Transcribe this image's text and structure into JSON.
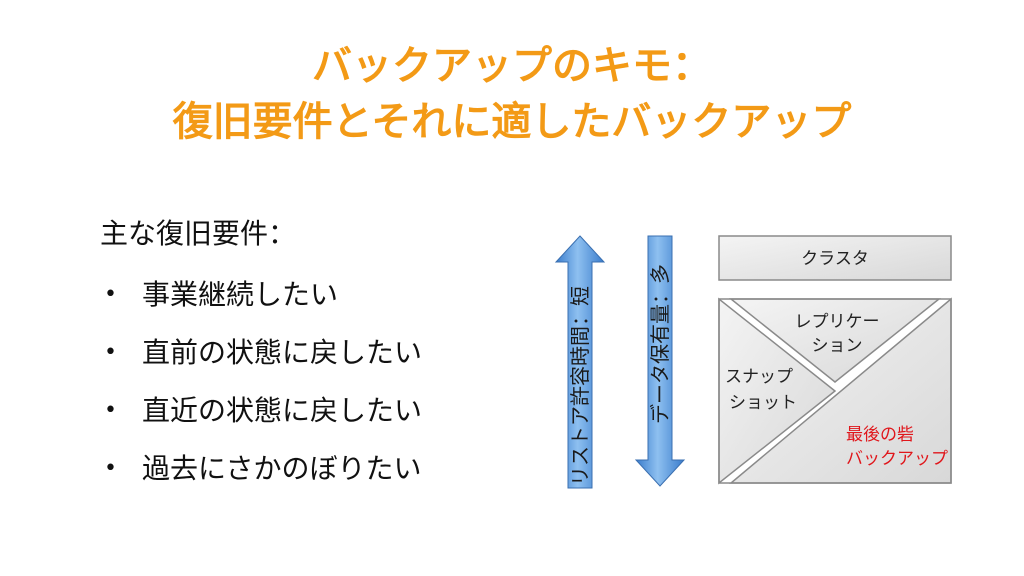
{
  "title": {
    "line1": "バックアップのキモ：",
    "line2": "復旧要件とそれに適したバックアップ"
  },
  "requirements": {
    "heading": "主な復旧要件：",
    "bullet": "•",
    "items": [
      "事業継続したい",
      "直前の状態に戻したい",
      "直近の状態に戻したい",
      "過去にさかのぼりたい"
    ]
  },
  "arrows": {
    "up_label": "リストア許容時間：短",
    "down_label": "データ保有量：多"
  },
  "boxes": {
    "cluster": "クラスタ",
    "replication_line1": "レプリケー",
    "replication_line2": "ション",
    "snapshot_line1": "スナップ",
    "snapshot_line2": "ショット",
    "backup_line1": "最後の砦",
    "backup_line2": "バックアップ"
  },
  "colors": {
    "title": "#f39a16",
    "arrow_fill": "#4d8fd9",
    "box_fill": "#e6e6e6",
    "backup_text": "#e0161b"
  }
}
